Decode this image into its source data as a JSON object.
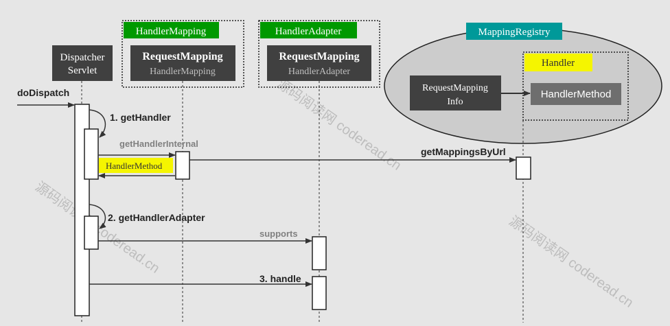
{
  "colors": {
    "background": "#e6e6e6",
    "dark_box": "#404040",
    "green_tag": "#009900",
    "teal_tag": "#009999",
    "yellow_highlight": "#f5f500",
    "ellipse_fill": "#cccccc",
    "gray_box": "#6e6e6e"
  },
  "lifelines": {
    "dispatcher": {
      "line1": "Dispatcher",
      "line2": "Servlet"
    },
    "handler_mapping": {
      "tag": "HandlerMapping",
      "title": "RequestMapping",
      "subtitle": "HandlerMapping"
    },
    "handler_adapter": {
      "tag": "HandlerAdapter",
      "title": "RequestMapping",
      "subtitle": "HandlerAdapter"
    },
    "mapping_registry": {
      "tag": "MappingRegistry",
      "request_mapping_info": {
        "line1": "RequestMapping",
        "line2": "Info"
      },
      "handler_tag": "Handler",
      "handler_method": "HandlerMethod"
    }
  },
  "messages": {
    "do_dispatch": "doDispatch",
    "get_handler": "1. getHandler",
    "get_handler_internal": "getHandlerInternal",
    "get_mappings_by_url": "getMappingsByUrl",
    "handler_method_return": "HandlerMethod",
    "get_handler_adapter": "2. getHandlerAdapter",
    "supports": "supports",
    "handle": "3. handle"
  },
  "watermark": "源码阅读网 coderead.cn"
}
